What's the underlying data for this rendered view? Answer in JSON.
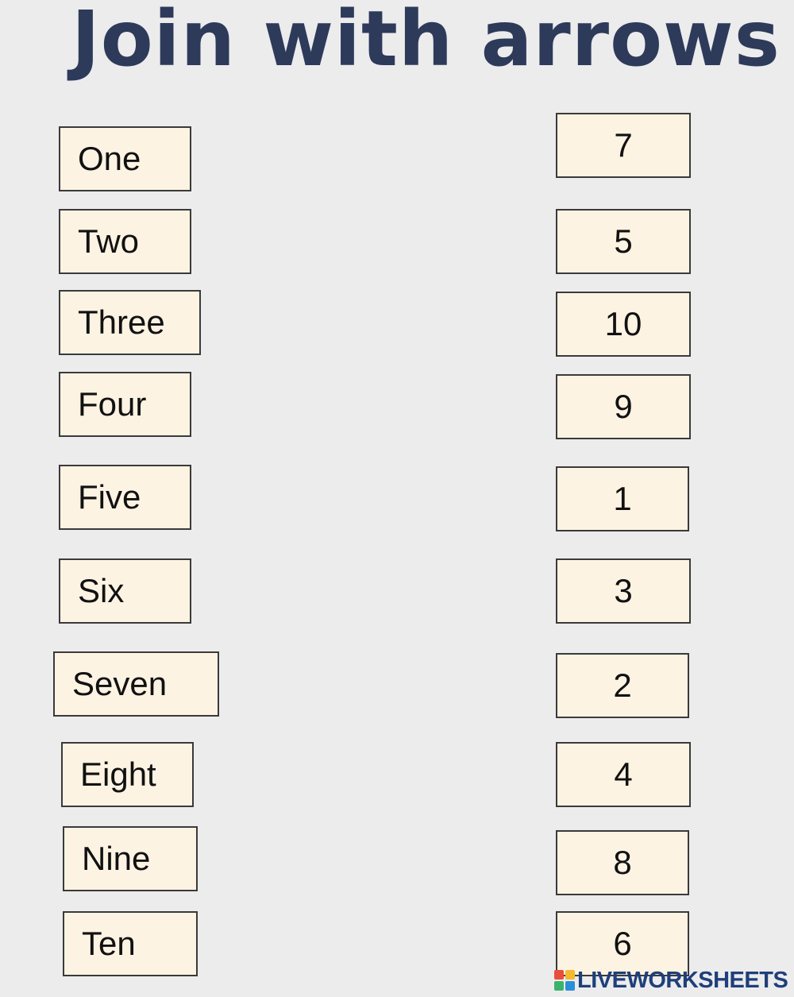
{
  "title": "Join with arrows",
  "left_items": [
    "One",
    "Two",
    "Three",
    "Four",
    "Five",
    "Six",
    "Seven",
    "Eight",
    "Nine",
    "Ten"
  ],
  "right_items": [
    "7",
    "5",
    "10",
    "9",
    "1",
    "3",
    "2",
    "4",
    "8",
    "6"
  ],
  "footer": {
    "brand": "LIVEWORKSHEETS",
    "logo_icon": "liveworksheets-logo-icon"
  },
  "colors": {
    "background": "#ececed",
    "title": "#2e3a5a",
    "box_fill": "#fdf3e3",
    "box_border": "#3a3a3a",
    "brand_text": "#1f3f7a"
  }
}
